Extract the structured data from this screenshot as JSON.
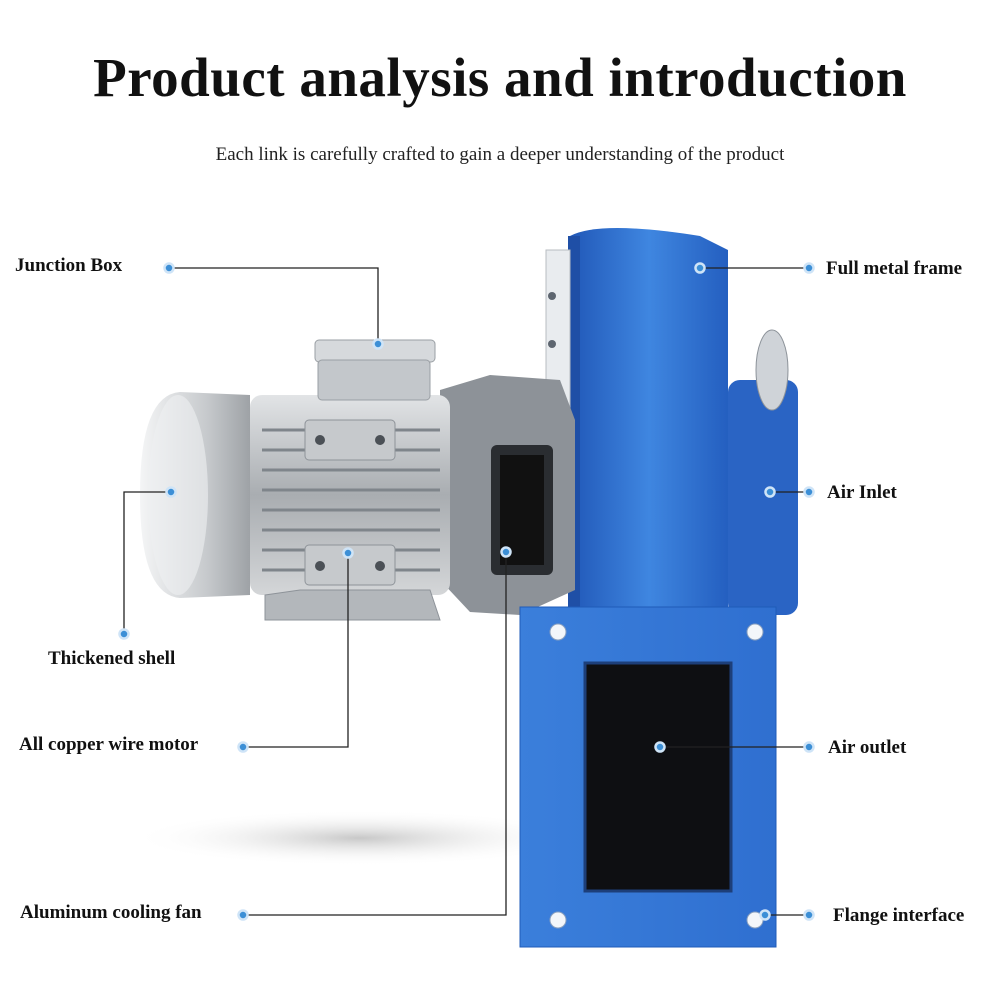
{
  "header": {
    "title": "Product analysis and introduction",
    "subtitle": "Each link is carefully crafted to gain a deeper understanding of the product"
  },
  "labels": {
    "junction_box": "Junction Box",
    "thickened_shell": "Thickened shell",
    "copper_motor": "All copper wire motor",
    "cooling_fan": "Aluminum cooling fan",
    "metal_frame": "Full metal frame",
    "air_inlet": "Air Inlet",
    "air_outlet": "Air outlet",
    "flange": "Flange interface"
  },
  "colors": {
    "callout_dot": "#3c8fd6",
    "blower_blue": "#2f6fd0",
    "motor_silver": "#b9bcc0"
  }
}
